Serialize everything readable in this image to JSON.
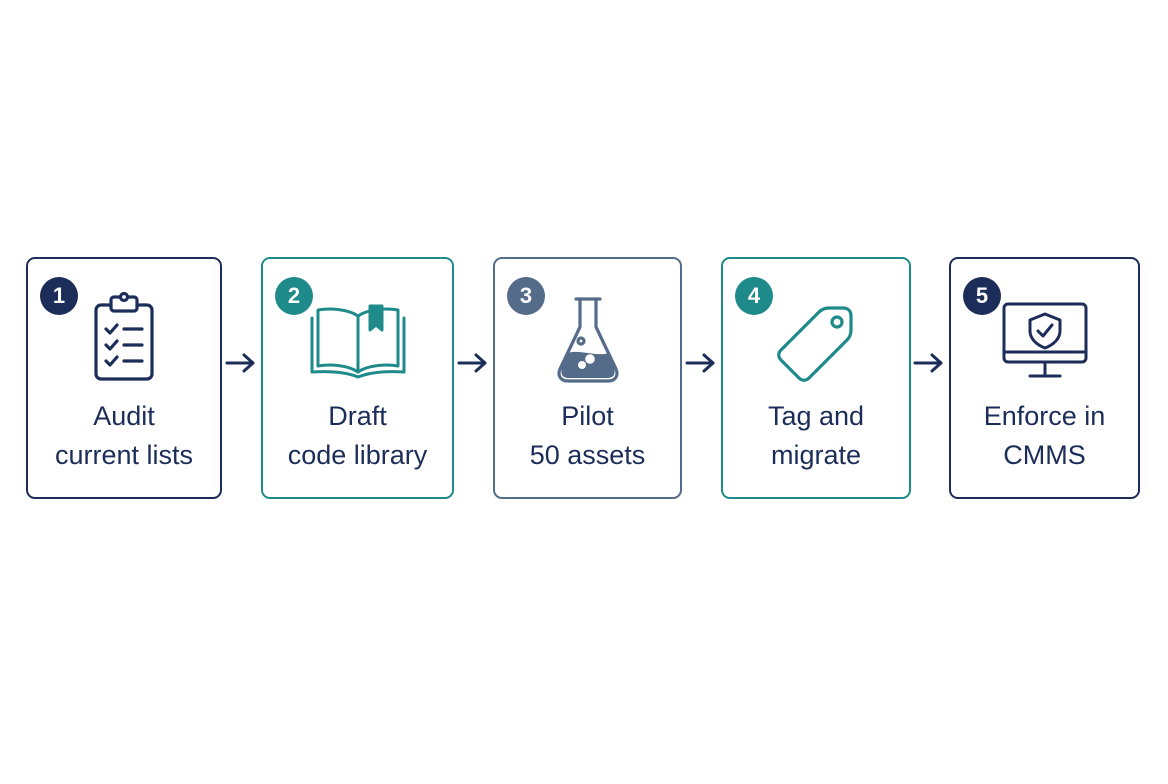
{
  "colors": {
    "navy": "#1c2d5a",
    "teal": "#1f8a8a",
    "slate": "#556b8a"
  },
  "steps": [
    {
      "number": "1",
      "line1": "Audit",
      "line2": "current lists",
      "icon": "clipboard-checklist-icon",
      "color": "#1c2d5a"
    },
    {
      "number": "2",
      "line1": "Draft",
      "line2": "code library",
      "icon": "open-book-icon",
      "color": "#1f8a8a"
    },
    {
      "number": "3",
      "line1": "Pilot",
      "line2": "50 assets",
      "icon": "flask-icon",
      "color": "#556b8a"
    },
    {
      "number": "4",
      "line1": "Tag and",
      "line2": "migrate",
      "icon": "tag-icon",
      "color": "#1f8a8a"
    },
    {
      "number": "5",
      "line1": "Enforce in",
      "line2": "CMMS",
      "icon": "monitor-shield-icon",
      "color": "#1c2d5a"
    }
  ]
}
